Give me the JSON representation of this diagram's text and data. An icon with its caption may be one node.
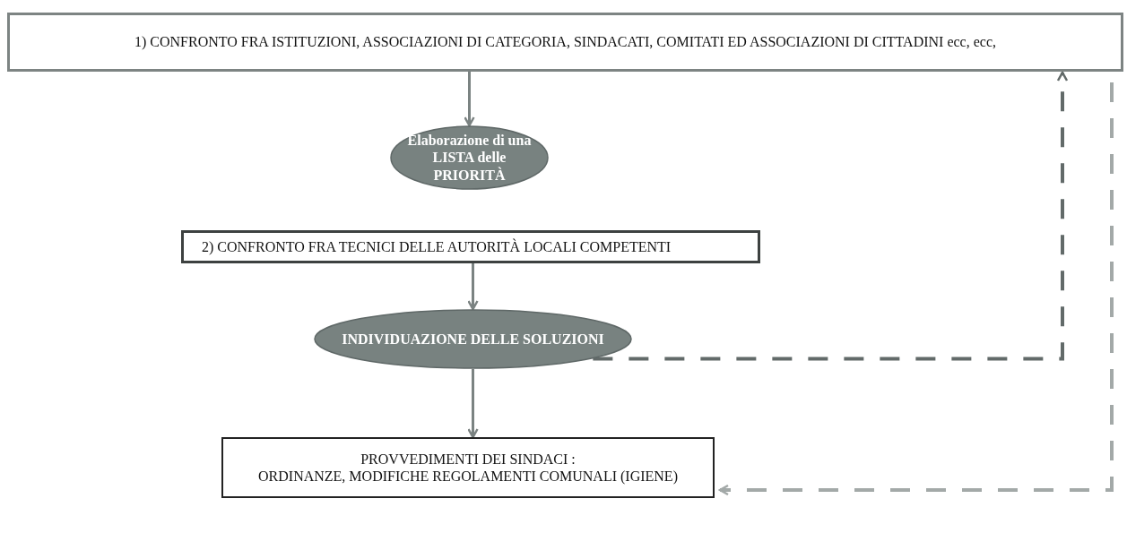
{
  "diagram": {
    "nodes": [
      {
        "text": [
          "1) CONFRONTO FRA ISTITUZIONI, ASSOCIAZIONI DI CATEGORIA, SINDACATI, COMITATI ED ASSOCIAZIONI DI CITTADINI ecc, ecc,"
        ]
      },
      {
        "text": [
          "Elaborazione di una LISTA delle PRIORITÀ"
        ]
      },
      {
        "text": [
          "2) CONFRONTO FRA TECNICI DELLE AUTORITÀ LOCALI COMPETENTI"
        ]
      },
      {
        "text": [
          "INDIVIDUAZIONE DELLE SOLUZIONI"
        ]
      },
      {
        "text": [
          "PROVVEDIMENTI DEI SINDACI :",
          "ORDINANZE, MODIFICHE REGOLAMENTI COMUNALI (IGIENE)"
        ]
      }
    ],
    "edges": [
      {
        "from": 0,
        "to": 1,
        "arrow": "to"
      },
      {
        "from": 2,
        "to": 3,
        "arrow": "to"
      },
      {
        "from": 3,
        "to": 4,
        "arrow": "to"
      },
      {
        "from": 3,
        "to": 0,
        "arrow": "to",
        "style": "dashed"
      },
      {
        "from": 0,
        "to": 4,
        "arrow": "to",
        "style": "dashed",
        "color": "#a3a9a8"
      }
    ]
  }
}
